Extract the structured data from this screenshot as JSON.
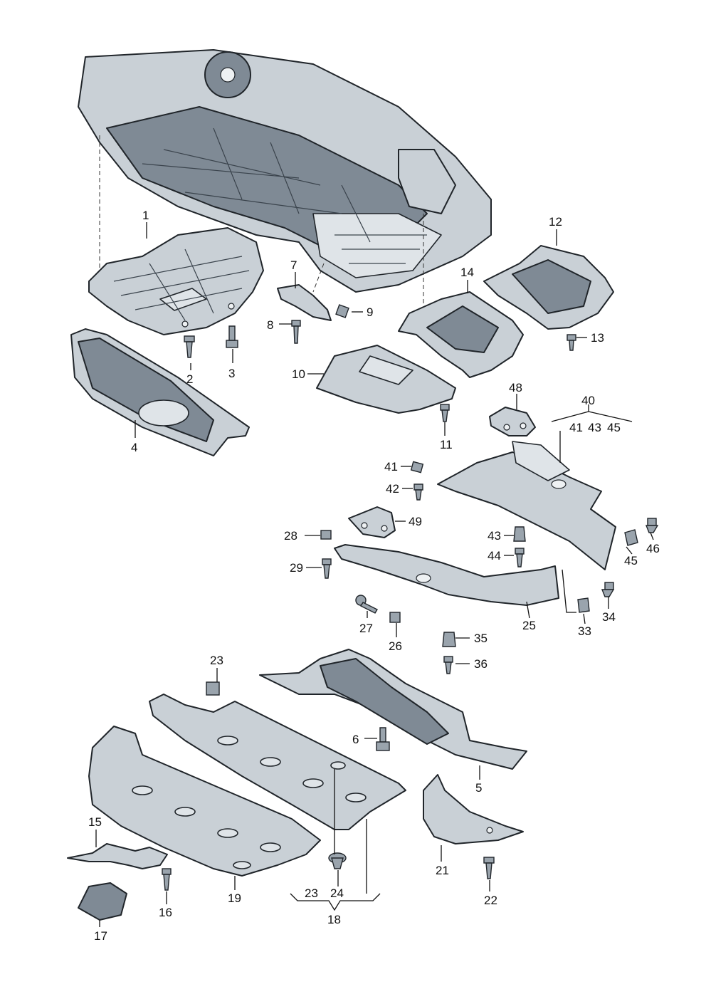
{
  "diagram": {
    "callouts": [
      "1",
      "2",
      "3",
      "4",
      "5",
      "6",
      "7",
      "8",
      "9",
      "10",
      "11",
      "12",
      "13",
      "14",
      "15",
      "16",
      "17",
      "18",
      "19",
      "21",
      "22",
      "23",
      "23",
      "24",
      "25",
      "26",
      "27",
      "28",
      "29",
      "33",
      "34",
      "35",
      "36",
      "40",
      "41",
      "41",
      "42",
      "43",
      "43",
      "44",
      "45",
      "45",
      "46",
      "48",
      "49"
    ]
  },
  "colors": {
    "part_fill": "#c9d0d6",
    "part_dark": "#7f8a95",
    "outline": "#20252a"
  }
}
